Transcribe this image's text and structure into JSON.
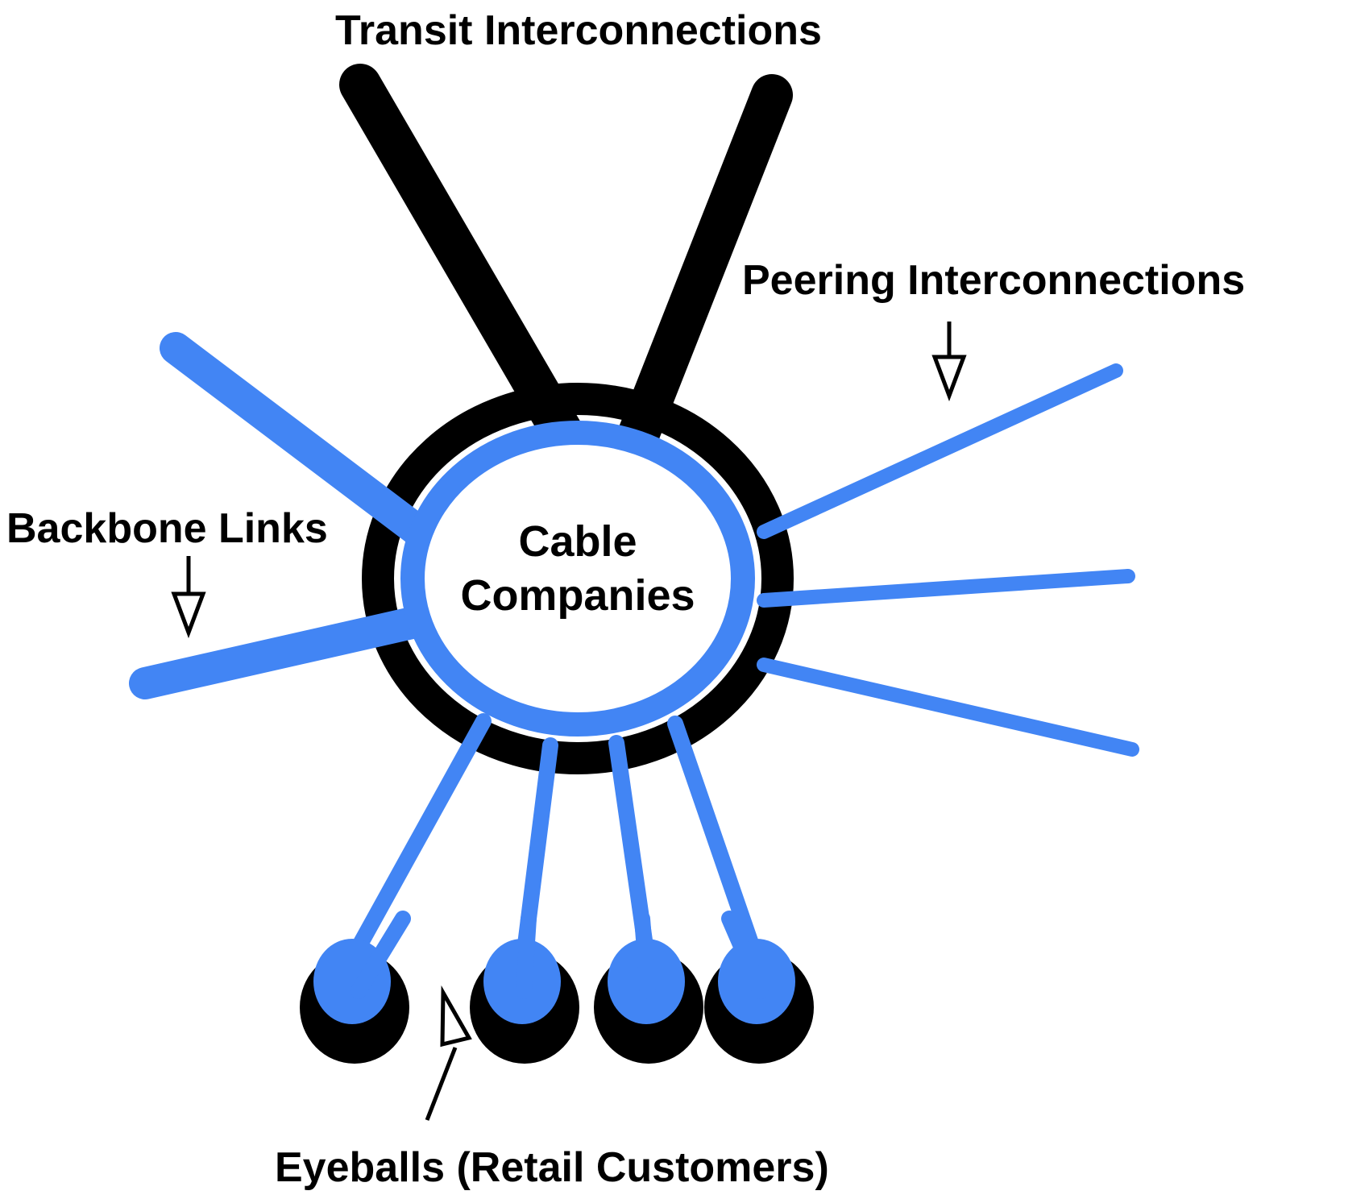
{
  "diagram": {
    "title_text": "Transit Interconnections",
    "background_color": "#FFFFFF",
    "black_color": "#000000",
    "blue_color": "#4285F4",
    "center_node": {
      "name": "cable-companies",
      "line1": "Cable",
      "line2": "Companies",
      "outer_ring_color": "#000000",
      "inner_ring_color": "#4285F4",
      "fill_color": "#FFFFFF"
    },
    "labels": [
      {
        "id": "transit",
        "text": "Transit Interconnections",
        "has_arrow": false,
        "font_size": 50
      },
      {
        "id": "peering",
        "text": "Peering Interconnections",
        "has_arrow": true,
        "font_size": 50
      },
      {
        "id": "backbone",
        "text": "Backbone Links",
        "has_arrow": true,
        "font_size": 50
      },
      {
        "id": "eyeballs",
        "text": "Eyeballs (Retail Customers)",
        "has_arrow": true,
        "font_size": 50
      }
    ],
    "link_groups": [
      {
        "id": "transit-links",
        "label": "Transit Interconnections",
        "color": "#000000",
        "count": 2,
        "style": "thick"
      },
      {
        "id": "backbone-links",
        "label": "Backbone Links",
        "color": "#4285F4",
        "count": 2,
        "style": "thick"
      },
      {
        "id": "peering-links",
        "label": "Peering Interconnections",
        "color": "#4285F4",
        "count": 3,
        "style": "thin"
      },
      {
        "id": "eyeball-links",
        "label": "Eyeballs (Retail Customers)",
        "color": "#4285F4",
        "count": 4,
        "style": "thin"
      }
    ],
    "eyeball_nodes": [
      {
        "id": "eyeball-1",
        "outer_color": "#000000",
        "inner_color": "#4285F4"
      },
      {
        "id": "eyeball-2",
        "outer_color": "#000000",
        "inner_color": "#4285F4"
      },
      {
        "id": "eyeball-3",
        "outer_color": "#000000",
        "inner_color": "#4285F4"
      },
      {
        "id": "eyeball-4",
        "outer_color": "#000000",
        "inner_color": "#4285F4"
      }
    ]
  }
}
